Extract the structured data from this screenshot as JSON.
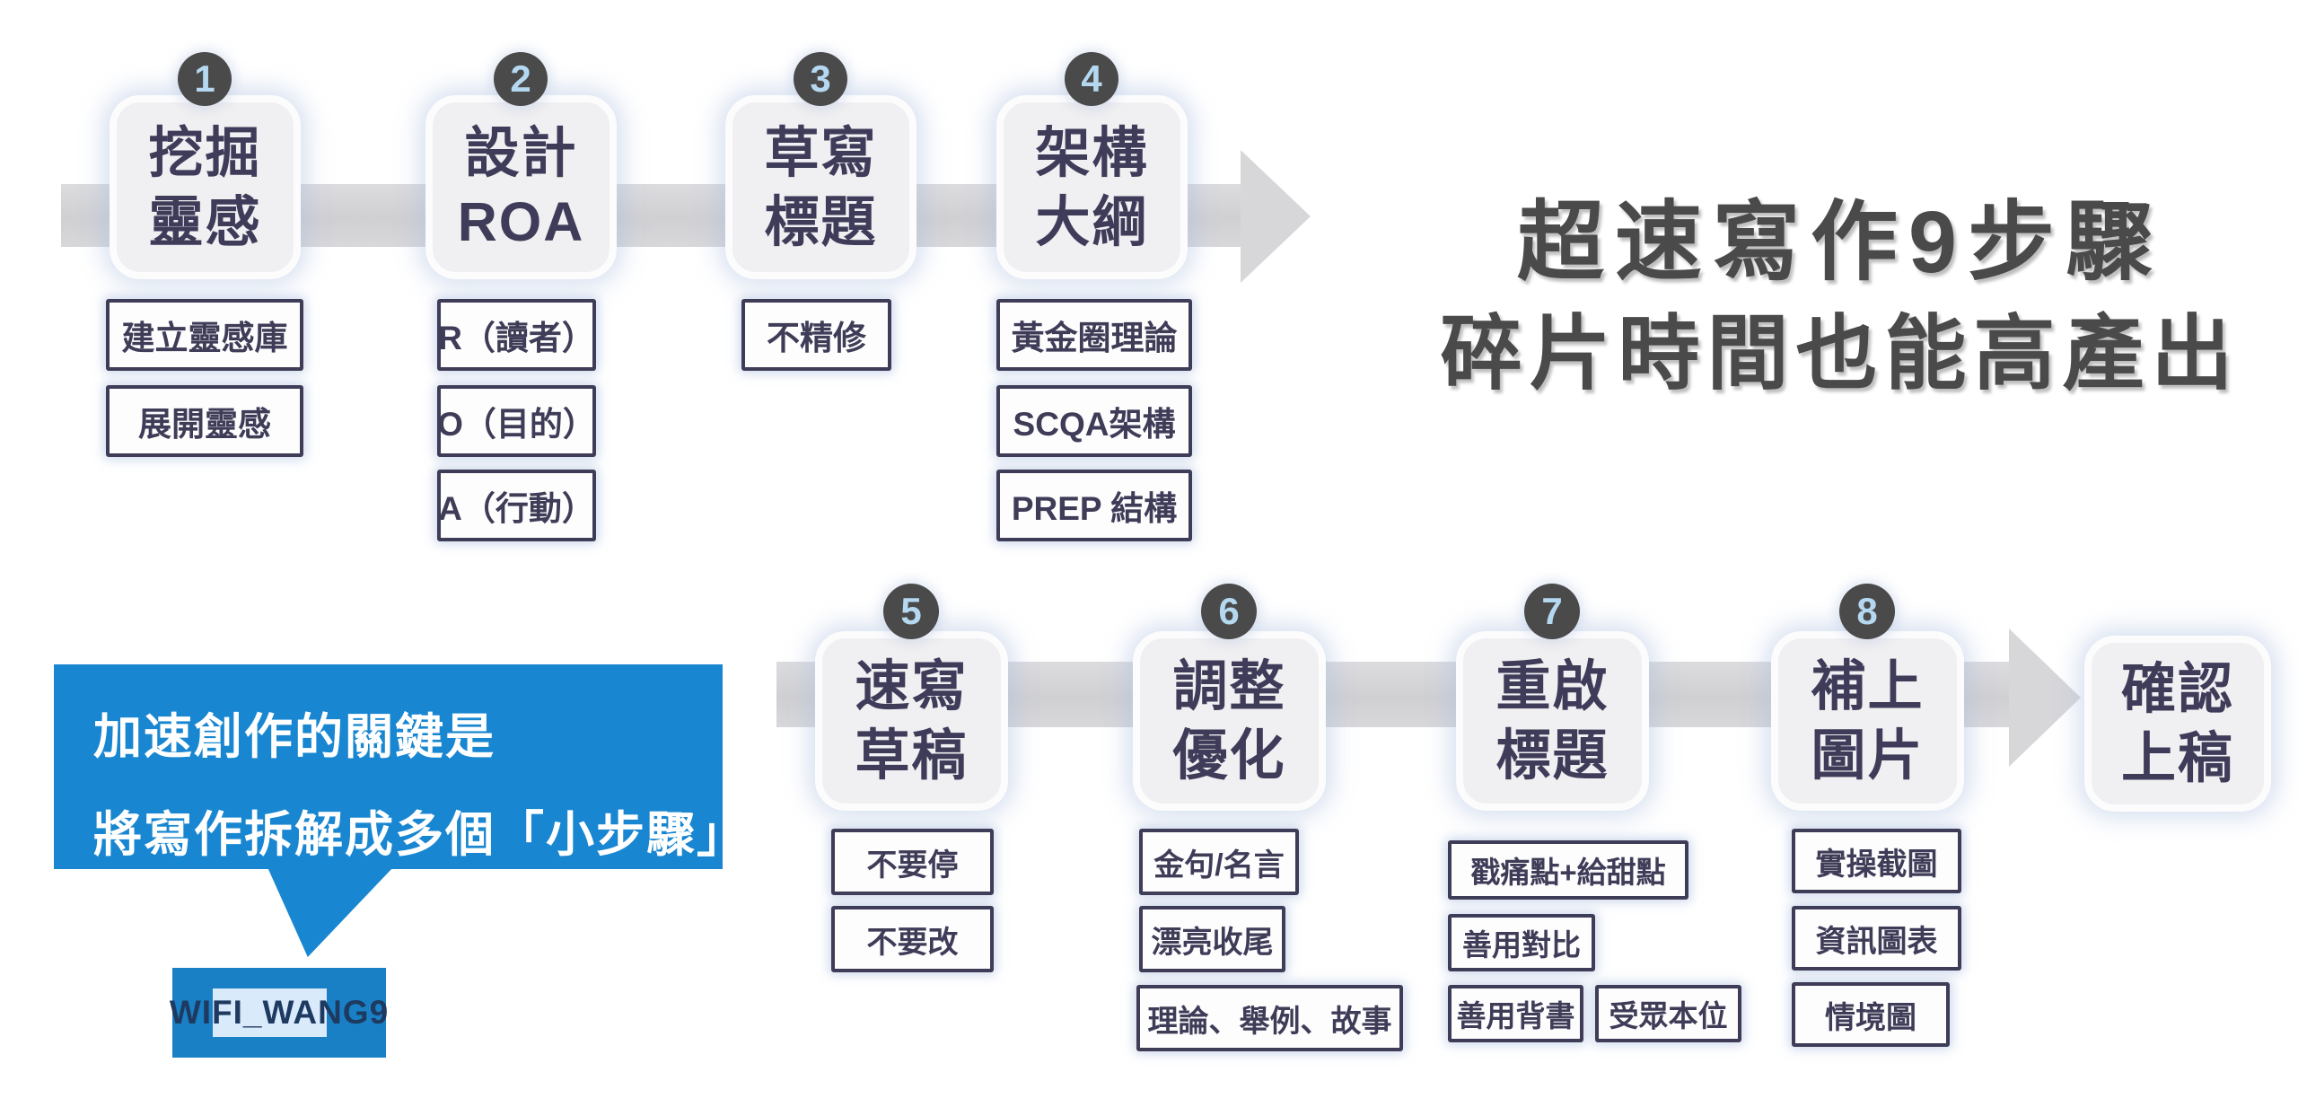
{
  "title": {
    "line1": "超速寫作9步驟",
    "line2": "碎片時間也能高產出"
  },
  "steps": [
    {
      "number": "1",
      "line1": "挖掘",
      "line2": "靈感",
      "items": [
        "建立靈感庫",
        "展開靈感"
      ]
    },
    {
      "number": "2",
      "line1": "設計",
      "line2": "ROA",
      "items": [
        "R（讀者）",
        "O（目的）",
        "A（行動）"
      ]
    },
    {
      "number": "3",
      "line1": "草寫",
      "line2": "標題",
      "items": [
        "不精修"
      ]
    },
    {
      "number": "4",
      "line1": "架構",
      "line2": "大綱",
      "items": [
        "黃金圈理論",
        "SCQA架構",
        "PREP 結構"
      ]
    },
    {
      "number": "5",
      "line1": "速寫",
      "line2": "草稿",
      "items": [
        "不要停",
        "不要改"
      ]
    },
    {
      "number": "6",
      "line1": "調整",
      "line2": "優化",
      "items": [
        "金句/名言",
        "漂亮收尾",
        "理論、舉例、故事"
      ]
    },
    {
      "number": "7",
      "line1": "重啟",
      "line2": "標題",
      "items": [
        "戳痛點+給甜點",
        "善用對比",
        "善用背書",
        "受眾本位"
      ]
    },
    {
      "number": "8",
      "line1": "補上",
      "line2": "圖片",
      "items": [
        "實操截圖",
        "資訊圖表",
        "情境圖"
      ]
    }
  ],
  "final_step": {
    "line1": "確認",
    "line2": "上稿"
  },
  "callout": {
    "line1": "加速創作的關鍵是",
    "line2": "將寫作拆解成多個「小步驟」",
    "watermark": "WIFI_WANG9"
  },
  "colors": {
    "accent_blue": "#1886d0",
    "watermark_rect_blue": "#1a80c5",
    "watermark_highlight": "#d9eafb",
    "band_gray": "#d2d2d5",
    "circle_gray": "#4a4a4a",
    "circle_number_blue": "#b5d8f1",
    "step_text_navy": "#3f3c5a",
    "item_border_navy": "#3e3c57",
    "title_gray": "#4a4a4a",
    "step_box_fill": "#f0eff1"
  }
}
